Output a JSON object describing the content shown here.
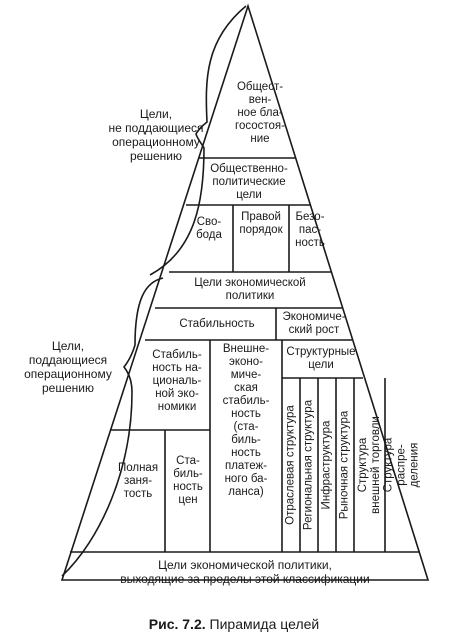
{
  "brackets": {
    "top": "Цели,\nне поддающиеся\nоперационному\nрешению",
    "bottom": "Цели,\nподдающиеся\nоперационному\nрешению"
  },
  "cells": {
    "welfare": "Общест-\nвен-\nное бла-\nгосостоя-\nние",
    "socpol": "Общественно-\nполитические\nцели",
    "freedom": "Сво-\nбода",
    "law": "Правой\nпорядок",
    "security": "Безо-\nпас-\nность",
    "econpol": "Цели экономической\nполитики",
    "stability": "Стабильность",
    "growth": "Экономиче-\nский рост",
    "national": "Стабиль-\nность на-\nциональ-\nной эко-\nномики",
    "external": "Внешне-\nэконо-\nмиче-\nская\nстабиль-\nность\n(ста-\nбиль-\nность\nплатеж-\nного ба-\nланса)",
    "structural": "Структурные\nцели",
    "employment": "Полная\nзаня-\nтость",
    "prices": "Ста-\nбиль-\nность\nцен",
    "beyond": "Цели экономической политики,\nвыходящие за пределы этой классификации"
  },
  "vertical": {
    "branch": "Отраслевая структура",
    "regional": "Региональная структура",
    "infra": "Инфраструктура",
    "market": "Рыночная структура",
    "foreign": "Структура\nвнешней торговли",
    "distrib": "Структура распре-\nделения"
  },
  "caption": {
    "prefix": "Рис. 7.2.",
    "text": "Пирамида целей"
  }
}
